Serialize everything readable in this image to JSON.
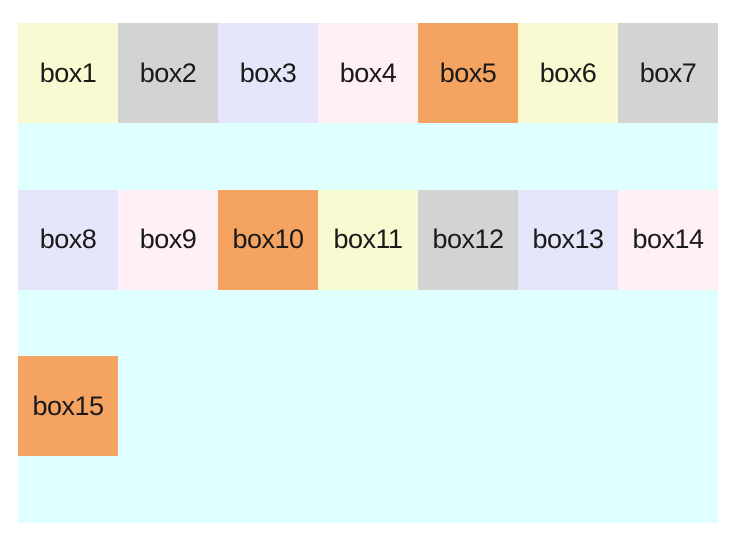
{
  "page": {
    "background": "#ffffff",
    "text_color": "#1a1a1a"
  },
  "container": {
    "background": "#e0ffff"
  },
  "palette": {
    "pale_yellow": "#fafad2",
    "light_gray": "#d3d3d3",
    "lavender": "#e6e6fa",
    "lavender_blush": "#fff0f5",
    "sandy_brown": "#f4a460"
  },
  "boxes": [
    {
      "label": "box1",
      "color": "#fafad2"
    },
    {
      "label": "box2",
      "color": "#d3d3d3"
    },
    {
      "label": "box3",
      "color": "#e6e6fa"
    },
    {
      "label": "box4",
      "color": "#fff0f5"
    },
    {
      "label": "box5",
      "color": "#f4a460"
    },
    {
      "label": "box6",
      "color": "#fafad2"
    },
    {
      "label": "box7",
      "color": "#d3d3d3"
    },
    {
      "label": "box8",
      "color": "#e6e6fa"
    },
    {
      "label": "box9",
      "color": "#fff0f5"
    },
    {
      "label": "box10",
      "color": "#f4a460"
    },
    {
      "label": "box11",
      "color": "#fafad2"
    },
    {
      "label": "box12",
      "color": "#d3d3d3"
    },
    {
      "label": "box13",
      "color": "#e6e6fa"
    },
    {
      "label": "box14",
      "color": "#fff0f5"
    },
    {
      "label": "box15",
      "color": "#f4a460"
    }
  ]
}
